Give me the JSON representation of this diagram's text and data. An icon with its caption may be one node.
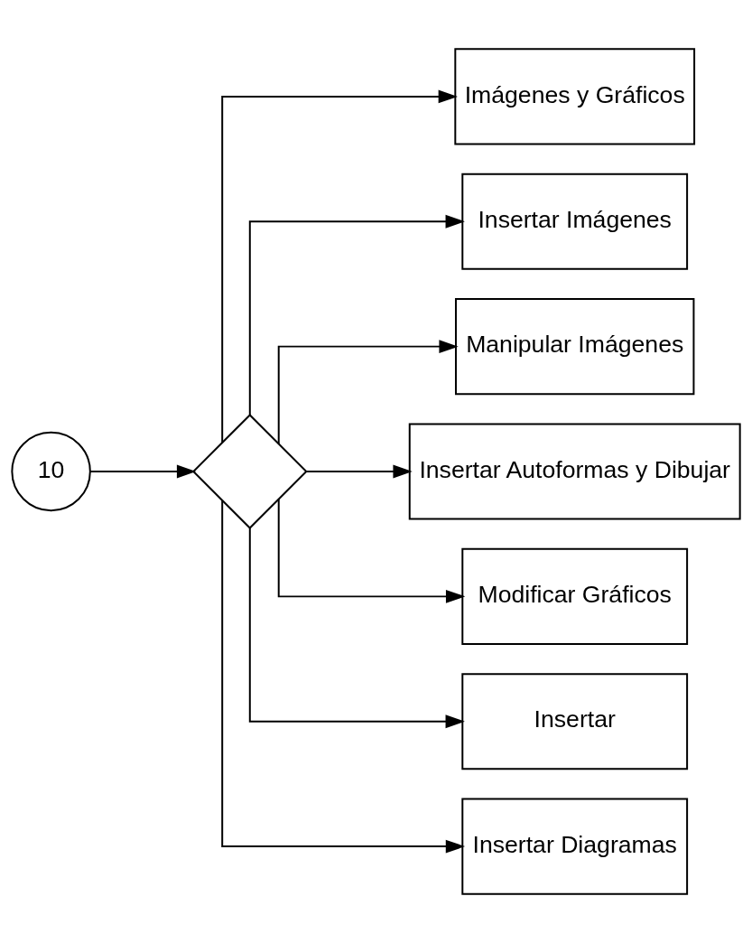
{
  "diagram": {
    "nodes": [
      {
        "text": [
          "10"
        ]
      },
      {
        "text": [],
        "shape": "diamond"
      },
      {
        "text": [
          "Imágenes y Gráficos"
        ]
      },
      {
        "text": [
          "Insertar Imágenes"
        ]
      },
      {
        "text": [
          "Manipular Imágenes"
        ]
      },
      {
        "text": [
          "Insertar Autoformas y Dibujar"
        ]
      },
      {
        "text": [
          "Modificar Gráficos"
        ]
      },
      {
        "text": [
          "Insertar"
        ]
      },
      {
        "text": [
          "Insertar Diagramas"
        ]
      }
    ],
    "edges": [
      {
        "from": 0,
        "to": 1,
        "arrow": "to"
      },
      {
        "from": 1,
        "to": 2,
        "arrow": "to"
      },
      {
        "from": 1,
        "to": 3,
        "arrow": "to"
      },
      {
        "from": 1,
        "to": 4,
        "arrow": "to"
      },
      {
        "from": 1,
        "to": 5,
        "arrow": "to"
      },
      {
        "from": 1,
        "to": 6,
        "arrow": "to"
      },
      {
        "from": 1,
        "to": 7,
        "arrow": "to"
      },
      {
        "from": 1,
        "to": 8,
        "arrow": "to"
      }
    ]
  }
}
